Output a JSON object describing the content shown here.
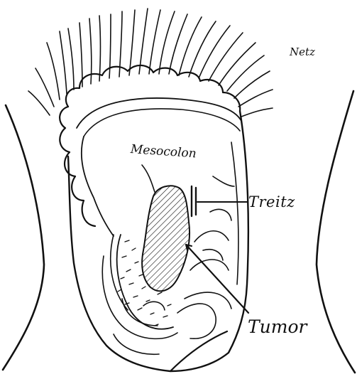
{
  "labels": {
    "netz": "Netz",
    "mesocolon": "Mesocolon",
    "treitz": "Treitz",
    "tumor": "Tumor"
  },
  "colors": {
    "ink": "#111111",
    "background": "#ffffff"
  }
}
